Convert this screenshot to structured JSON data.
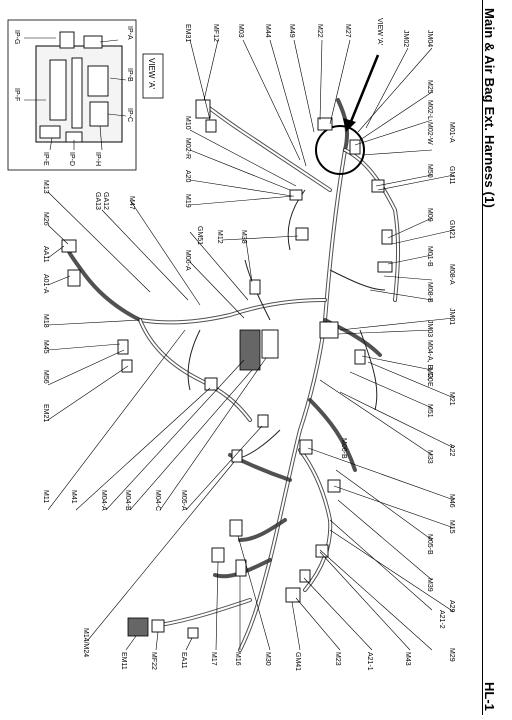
{
  "header": {
    "title": "Main & Air Bag Ext. Harness (1)",
    "page_id": "HL-1"
  },
  "inset": {
    "view_label": "VIEW 'A'",
    "labels": [
      "IP-A",
      "IP-G",
      "IP-B",
      "IP-F",
      "IP-C",
      "IP-E",
      "IP-D",
      "IP-H"
    ]
  },
  "view_a_callout": "VIEW 'A'",
  "connectors": [
    "JM04",
    "JM02",
    "M25",
    "M02-L",
    "M27",
    "M22",
    "M49",
    "M44",
    "M03",
    "MF12",
    "EM31",
    "M02-W",
    "M01-A",
    "M50",
    "GM11",
    "M09",
    "GM21",
    "M01-B",
    "M08-A",
    "M08-B",
    "JM01",
    "JM03",
    "M04-A, B, D, E",
    "M20",
    "M21",
    "M51",
    "A22",
    "M33",
    "M06-B",
    "M46",
    "M15",
    "M05-B",
    "M39",
    "A29",
    "A21-2",
    "M29",
    "M43",
    "A21-1",
    "M23",
    "GM41",
    "M30",
    "M16",
    "M17",
    "EA11",
    "MF22",
    "EM11",
    "M14/M24",
    "M05-A",
    "M04-C",
    "M04-B",
    "M04-A",
    "M41",
    "M11",
    "EM21",
    "M56",
    "M45",
    "M18",
    "A01-A",
    "AA11",
    "M26",
    "M13",
    "GA12",
    "GA13",
    "M47",
    "M10",
    "M02-R",
    "A20",
    "M19",
    "GM51",
    "M06-A",
    "M12",
    "M38"
  ]
}
